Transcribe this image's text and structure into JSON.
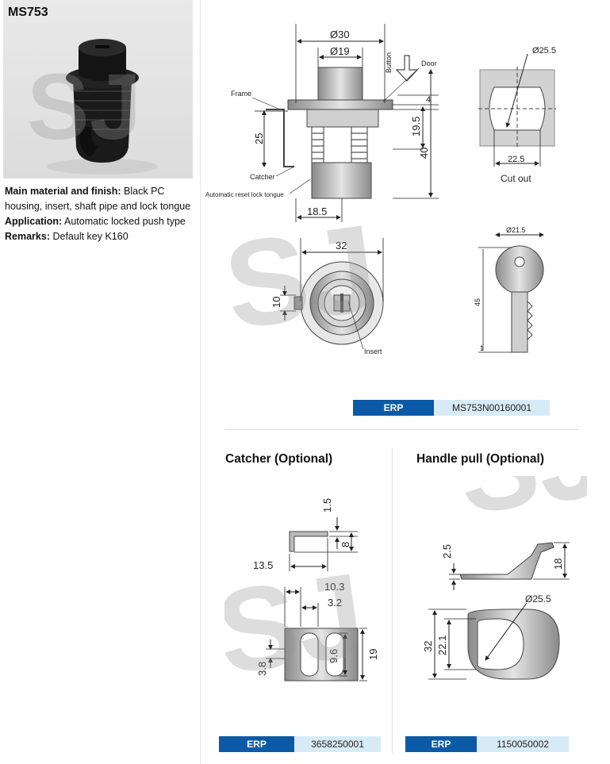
{
  "product": {
    "code": "MS753",
    "description": [
      {
        "label": "Main material and finish:",
        "text": "Black PC housing, insert, shaft pipe and lock tongue"
      },
      {
        "label": "Application:",
        "text": "Automatic locked push type"
      },
      {
        "label": "Remarks:",
        "text": "Default key K160"
      }
    ]
  },
  "watermark": "SJ",
  "main_drawing": {
    "labels": {
      "frame": "Frame",
      "catcher": "Catcher",
      "auto_reset": "Automatic reset lock tongue",
      "button": "Button",
      "door": "Door",
      "insert": "Insert",
      "cut_out": "Cut out"
    },
    "dims": {
      "d30": "Ø30",
      "d19": "Ø19",
      "d4": "4",
      "d19_5": "19.5",
      "d40": "40",
      "d25": "25",
      "d18_5": "18.5",
      "d25_5": "Ø25.5",
      "d22_5": "22.5",
      "d32": "32",
      "d10": "10",
      "d21_5": "Ø21.5",
      "d45": "45",
      "d1": "1"
    }
  },
  "erp_main": {
    "label": "ERP",
    "value": "MS753N00160001"
  },
  "catcher": {
    "title": "Catcher (Optional)",
    "dims": {
      "d1_5": "1.5",
      "d8": "8",
      "d13_5": "13.5",
      "d10_3": "10.3",
      "d3_2": "3.2",
      "d3_8": "3.8",
      "d9_6": "9.6",
      "d19": "19"
    },
    "erp": {
      "label": "ERP",
      "value": "3658250001"
    }
  },
  "handle_pull": {
    "title": "Handle pull (Optional)",
    "dims": {
      "d2_5": "2.5",
      "d18": "18",
      "d25_5": "Ø25.5",
      "d32": "32",
      "d22_1": "22.1"
    },
    "erp": {
      "label": "ERP",
      "value": "1150050002"
    }
  }
}
